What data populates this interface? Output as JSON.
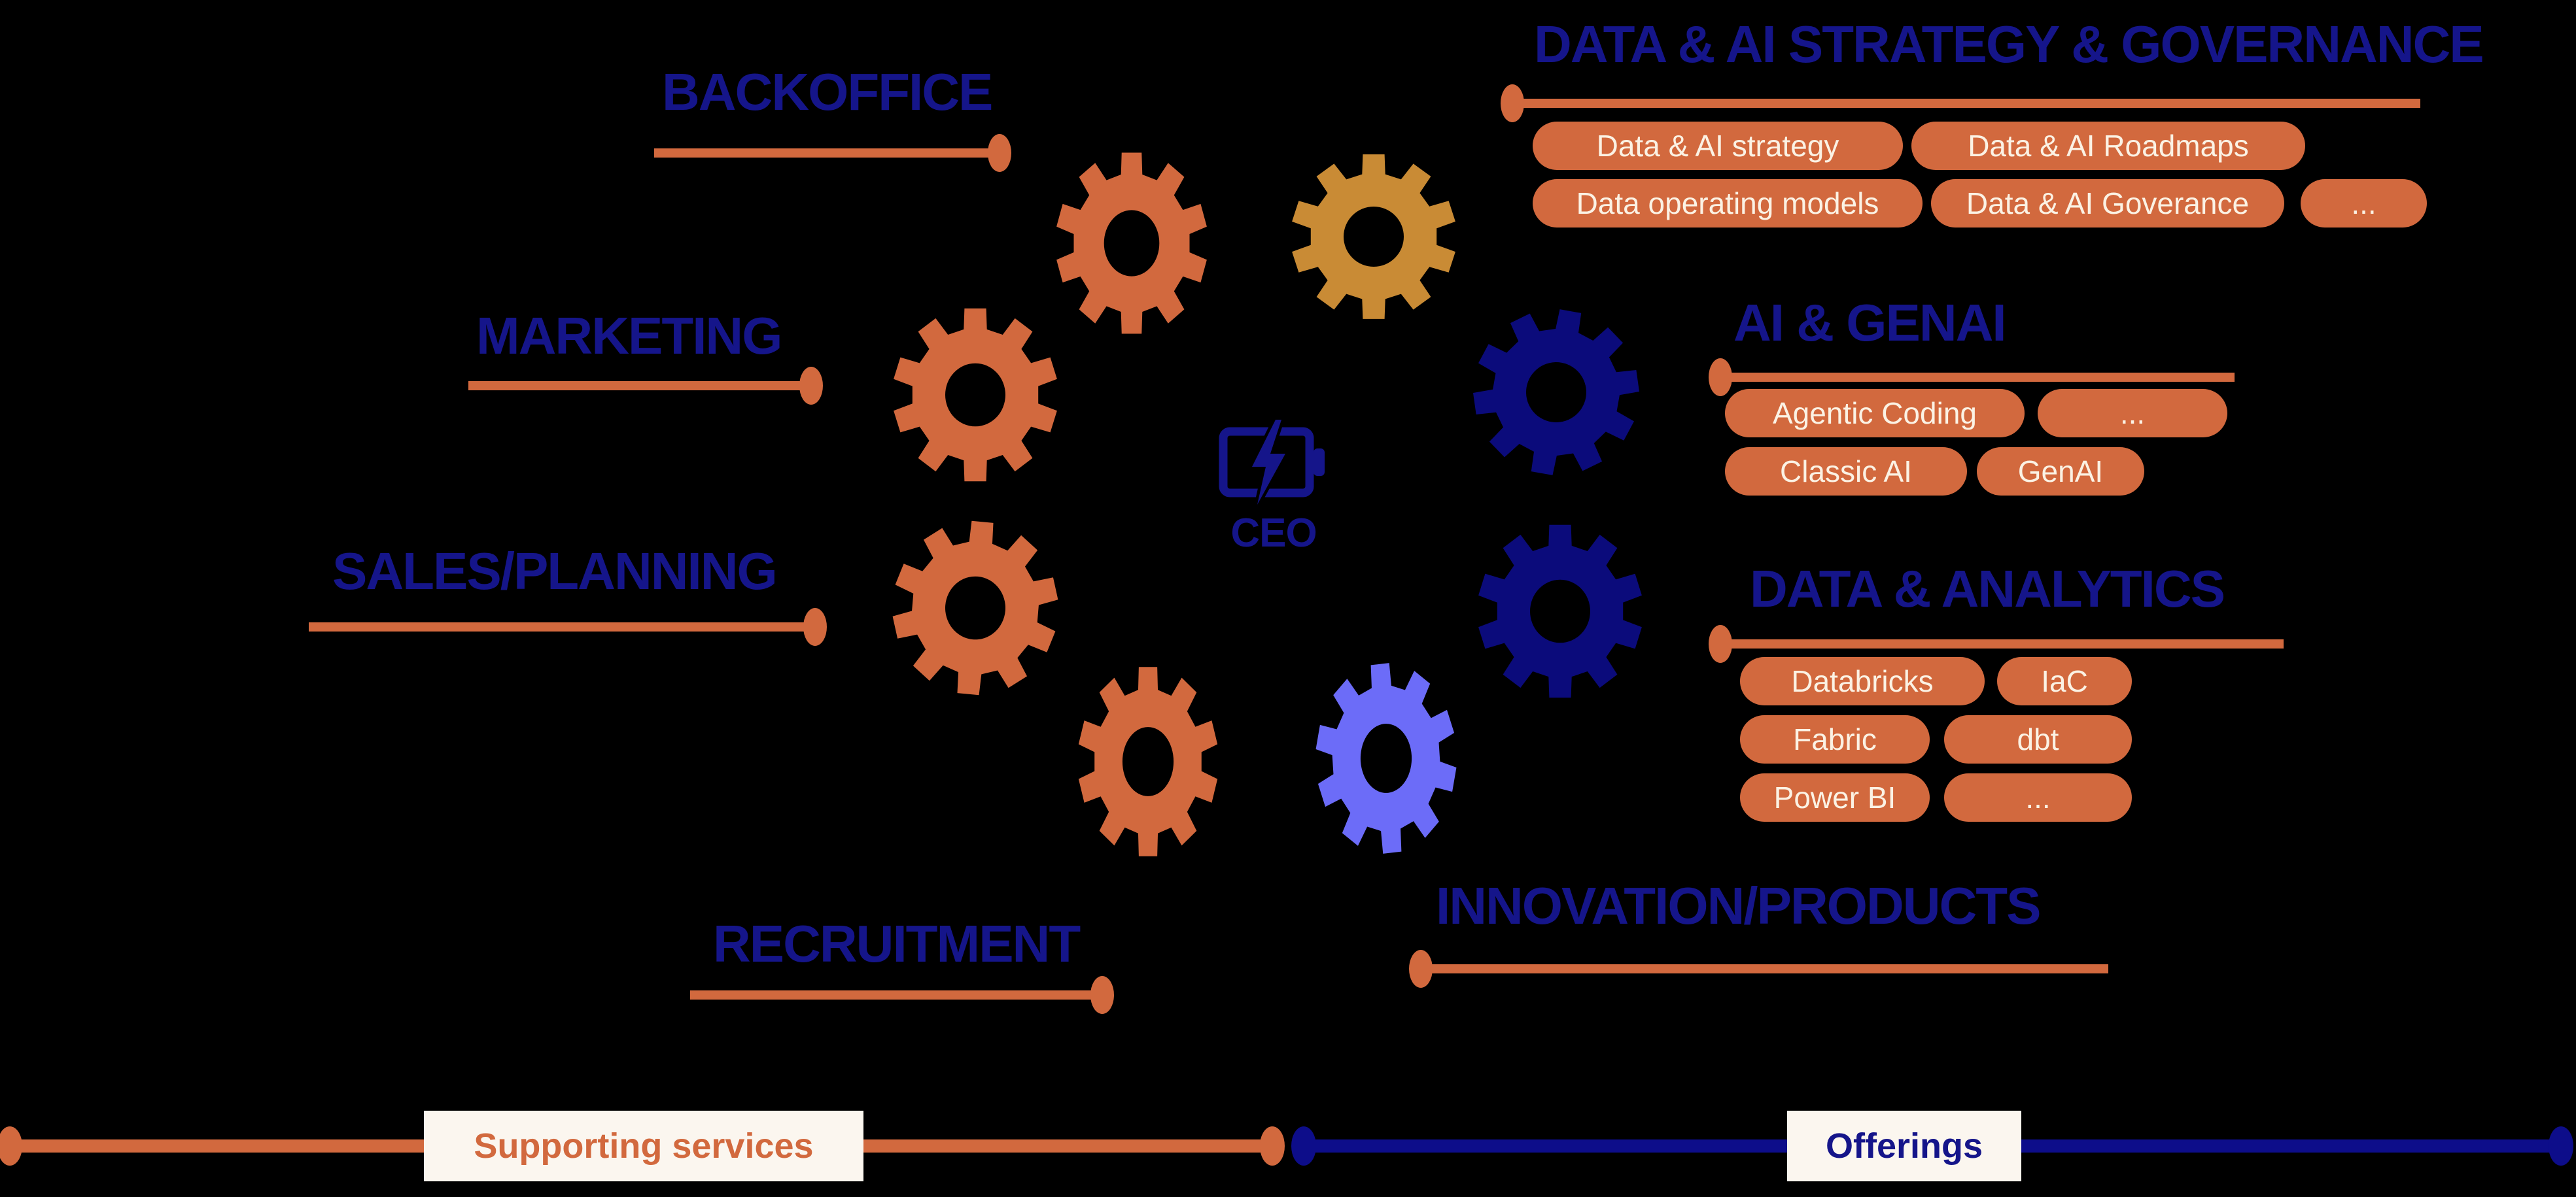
{
  "background": "#000000",
  "colors": {
    "orange": "#D2693E",
    "gold": "#C98B35",
    "navy_text": "#15158A",
    "navy_gear": "#0B0B7B",
    "navy_line": "#0D0D8A",
    "periwinkle": "#6C6CF8",
    "pill_text": "#FBF2E4",
    "legend_box_bg": "#FBF6EF"
  },
  "center": {
    "icon": "battery-charging-icon",
    "label": "CEO"
  },
  "supporting_services": {
    "legend_label": "Supporting services",
    "departments": [
      {
        "label": "BACKOFFICE"
      },
      {
        "label": "MARKETING"
      },
      {
        "label": "SALES/PLANNING"
      },
      {
        "label": "RECRUITMENT"
      }
    ]
  },
  "offerings": {
    "legend_label": "Offerings",
    "sections": [
      {
        "title": "DATA & AI STRATEGY & GOVERNANCE",
        "pills": [
          [
            "Data & AI strategy",
            "Data & AI Roadmaps"
          ],
          [
            "Data operating models",
            "Data & AI Goverance",
            "..."
          ]
        ]
      },
      {
        "title": "AI & GENAI",
        "pills": [
          [
            "Agentic Coding",
            "..."
          ],
          [
            "Classic AI",
            "GenAI"
          ]
        ]
      },
      {
        "title": "DATA & ANALYTICS",
        "pills": [
          [
            "Databricks",
            "IaC"
          ],
          [
            "Fabric",
            "dbt"
          ],
          [
            "Power BI",
            "..."
          ]
        ]
      },
      {
        "title": "INNOVATION/PRODUCTS",
        "pills": []
      }
    ]
  },
  "gears": [
    {
      "name": "gear-left-upper",
      "color": "#D2693E"
    },
    {
      "name": "gear-top-left",
      "color": "#D2693E"
    },
    {
      "name": "gear-top-right",
      "color": "#C98B35"
    },
    {
      "name": "gear-right-upper",
      "color": "#0B0B7B"
    },
    {
      "name": "gear-right-lower",
      "color": "#0B0B7B"
    },
    {
      "name": "gear-bottom-right",
      "color": "#6C6CF8"
    },
    {
      "name": "gear-bottom-left",
      "color": "#D2693E"
    },
    {
      "name": "gear-left-lower",
      "color": "#D2693E"
    }
  ]
}
